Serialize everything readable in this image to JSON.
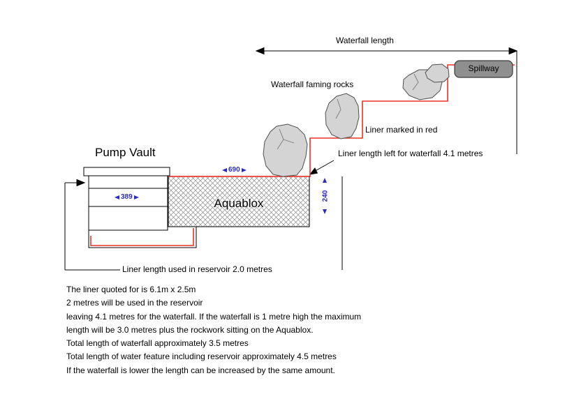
{
  "labels": {
    "waterfall_length": "Waterfall length",
    "spillway": "Spillway",
    "framing_rocks": "Waterfall faming rocks",
    "liner_marked": "Liner marked in red",
    "liner_waterfall": "Liner length left for waterfall 4.1 metres",
    "pump_vault": "Pump Vault",
    "aquablox": "Aquablox",
    "liner_reservoir": "Liner length used in reservoir 2.0 metres"
  },
  "dimensions": {
    "aquablox_top_width": "690",
    "pump_vault_width": "389",
    "aquablox_height": "240"
  },
  "colors": {
    "liner_red": "#ee3124",
    "dimension_blue": "#2b2bc4",
    "spillway_fill": "#8f8f8f",
    "rock_fill": "#d4d4d4",
    "outline": "#000000"
  },
  "notes": [
    "The liner quoted for is 6.1m x 2.5m",
    "2 metres will be used in the reservoir",
    "leaving 4.1 metres for the waterfall. If the waterfall is 1 metre high the maximum",
    "length will be 3.0 metres plus the rockwork sitting on the Aquablox.",
    "Total length of waterfall approximately 3.5 metres",
    "Total length of water feature including reservoir approximately 4.5 metres",
    "If the waterfall is lower the length can be increased by the same amount."
  ]
}
